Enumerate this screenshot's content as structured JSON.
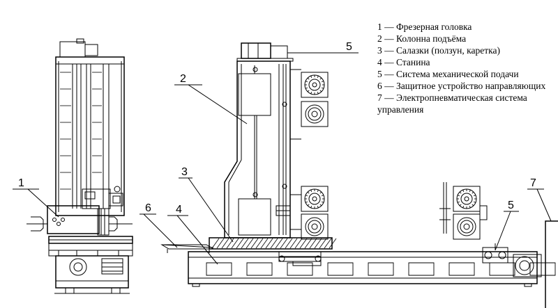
{
  "legend": [
    "1 — Фрезерная головка",
    "2 — Колонна подъёма",
    "3 — Салазки (ползун, каретка)",
    "4 — Станина",
    "5 — Система механической подачи",
    "6 — Защитное устройство направляющих",
    "7 — Электропневматическая система управления"
  ],
  "callouts": {
    "c1": "1",
    "c2": "2",
    "c3": "3",
    "c4": "4",
    "c5a": "5",
    "c5b": "5",
    "c6": "6",
    "c7": "7"
  }
}
